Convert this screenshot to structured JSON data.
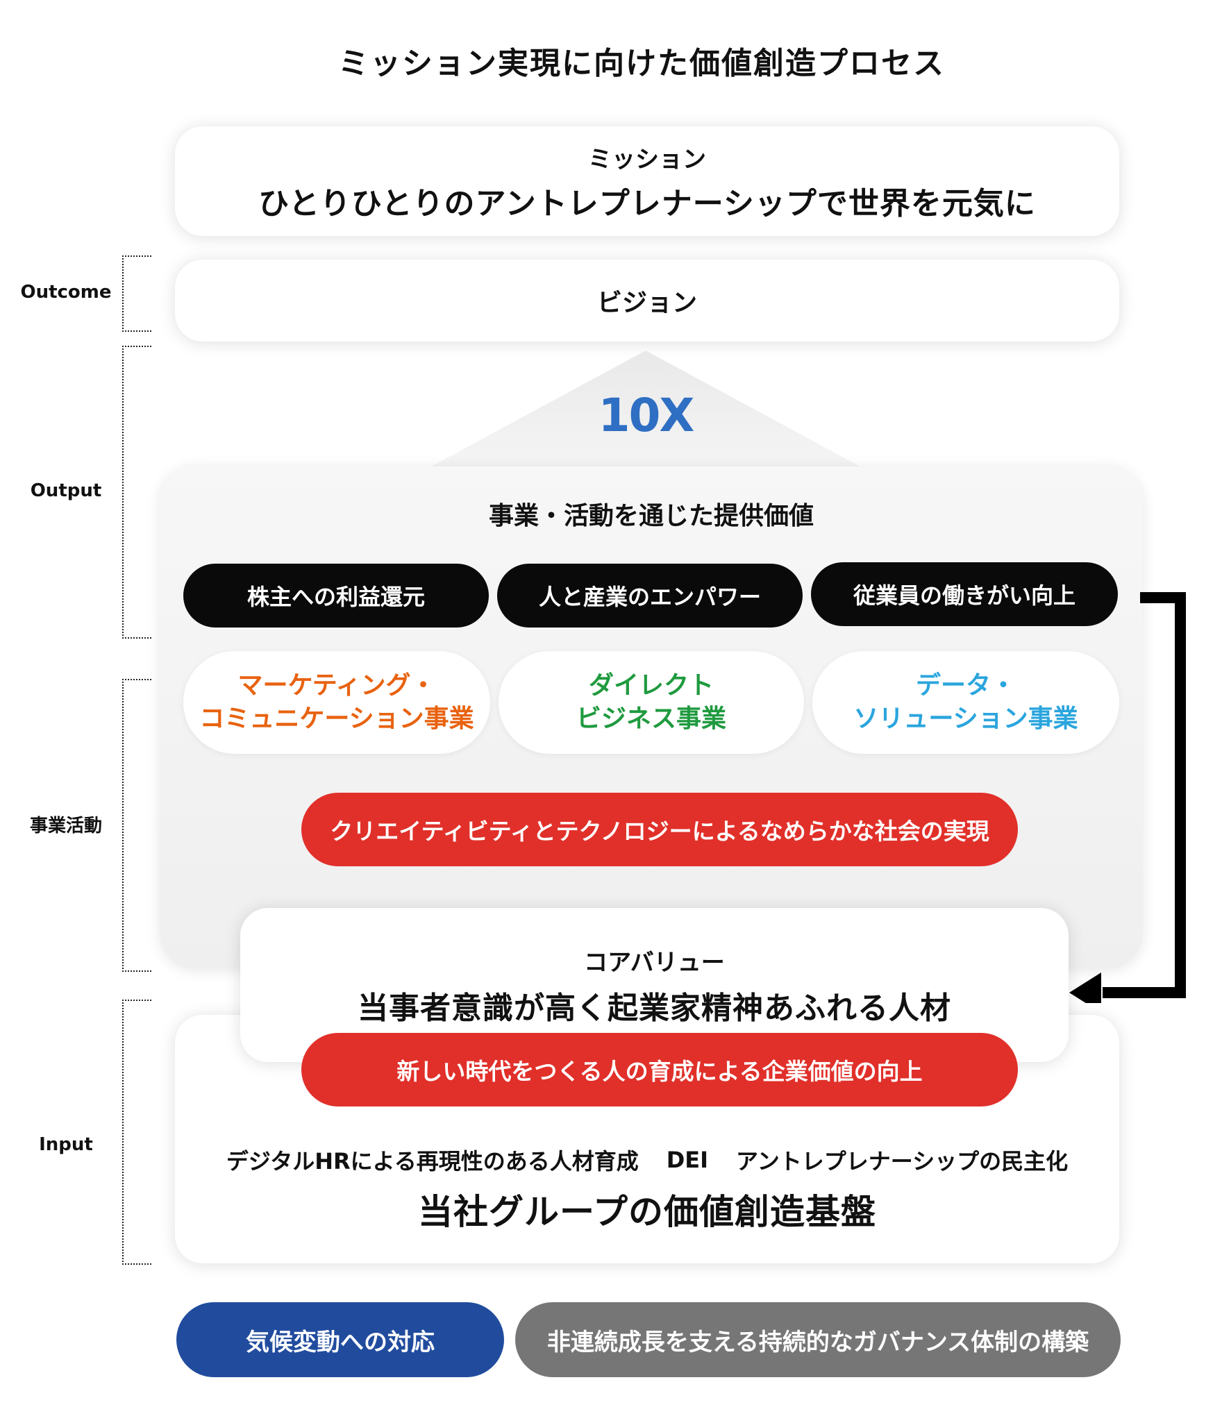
{
  "title": "ミッション実現に向けた価値創造プロセス",
  "mission": {
    "sub": "ミッション",
    "main": "ひとりひとりのアントレプレナーシップで世界を元気に"
  },
  "vision": "ビジョン",
  "tenx": "10X",
  "output": {
    "title": "事業・活動を通じた提供価値",
    "values": [
      "株主への利益還元",
      "人と産業のエンパワー",
      "従業員の働きがい向上"
    ],
    "businesses": [
      {
        "line1": "マーケティング・",
        "line2": "コミュニケーション事業",
        "color": "#e8620f"
      },
      {
        "line1": "ダイレクト",
        "line2": "ビジネス事業",
        "color": "#1f9a3f"
      },
      {
        "line1": "データ・",
        "line2": "ソリューション事業",
        "color": "#2aa5dd"
      }
    ],
    "society": "クリエイティビティとテクノロジーによるなめらかな社会の実現"
  },
  "core_value": {
    "sub": "コアバリュー",
    "main": "当事者意識が高く起業家精神あふれる人材"
  },
  "base": {
    "red": "新しい時代をつくる人の育成による企業価値の向上",
    "items": [
      "デジタルHRによる再現性のある人材育成",
      "DEI",
      "アントレプレナーシップの民主化"
    ],
    "title": "当社グループの価値創造基盤"
  },
  "bottom": {
    "climate": "気候変動への対応",
    "governance": "非連続成長を支える持続的なガバナンス体制の構築"
  },
  "side_labels": {
    "outcome": "Outcome",
    "output": "Output",
    "business": "事業活動",
    "input": "Input"
  }
}
